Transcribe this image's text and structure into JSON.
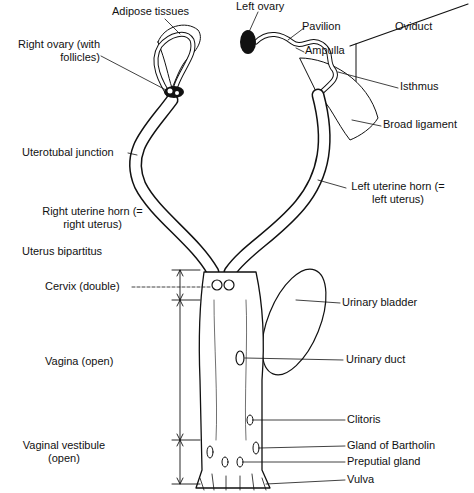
{
  "diagram": {
    "labels": [
      "Left ovary",
      "Pavilion",
      "Oviduct",
      "Adipose tissues",
      "Ampulla",
      "Isthmus",
      "Right ovary (with follicles)",
      "Broad ligament",
      "Uterotubal junction",
      "Left uterine horn (= left uterus)",
      "Right uterine horn (= right uterus)",
      "Uterus bipartitus",
      "Cervix (double)",
      "Urinary bladder",
      "Vagina (open)",
      "Urinary duct",
      "Clitoris",
      "Gland of Bartholin",
      "Vaginal vestibule (open)",
      "Preputial gland",
      "Vulva"
    ]
  }
}
